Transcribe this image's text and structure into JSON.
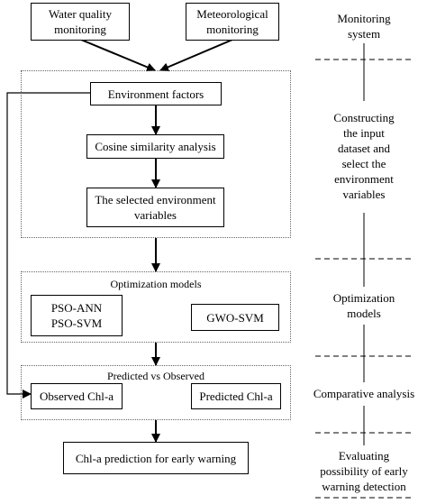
{
  "boxes": {
    "water_quality": "Water quality\nmonitoring",
    "meteorological": "Meteorological\nmonitoring",
    "environment_factors": "Environment factors",
    "cosine_similarity": "Cosine similarity analysis",
    "selected_variables": "The selected environment\nvariables",
    "pso_models": "PSO-ANN\nPSO-SVM",
    "gwo_svm": "GWO-SVM",
    "observed_chla": "Observed Chl-a",
    "predicted_chla": "Predicted Chl-a",
    "chla_prediction": "Chl-a prediction for early warning"
  },
  "group_labels": {
    "optimization_models": "Optimization models",
    "predicted_vs_observed": "Predicted vs Observed"
  },
  "stages": {
    "monitoring_system": "Monitoring\nsystem",
    "constructing_dataset": "Constructing\nthe input\ndataset and\nselect the\nenvironment\nvariables",
    "optimization_models": "Optimization\nmodels",
    "comparative_analysis": "Comparative analysis",
    "evaluating": "Evaluating\npossibility of early\nwarning detection"
  }
}
